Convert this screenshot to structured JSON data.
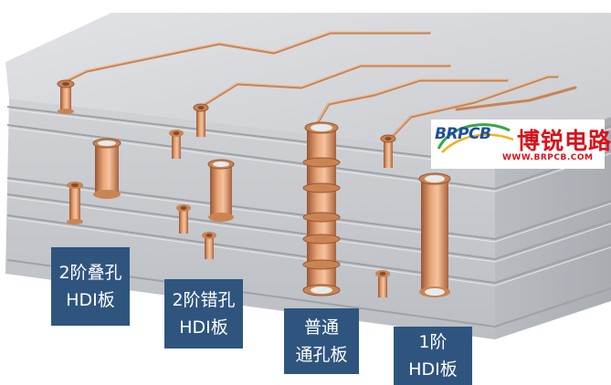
{
  "labels": {
    "stacked": {
      "line1": "2阶叠孔",
      "line2": "HDI板"
    },
    "staggered": {
      "line1": "2阶错孔",
      "line2": "HDI板"
    },
    "through": {
      "line1": "普通",
      "line2": "通孔板"
    },
    "first": {
      "line1": "1阶",
      "line2": "HDI板"
    }
  },
  "logo": {
    "brand": "BRPCB",
    "name_cn": "博锐电路",
    "url": "WWW.BRPCB.COM"
  },
  "colors": {
    "board_top": "#d3d5d8",
    "board_side": "#c3c6ca",
    "board_edge": "#a5a9ae",
    "copper": "#c98453",
    "copper_dark": "#9a5631",
    "copper_light": "#f2b88e",
    "label_bg": "#2f557e",
    "logo_red": "#d9121b",
    "logo_blue": "#1d4fa0"
  }
}
